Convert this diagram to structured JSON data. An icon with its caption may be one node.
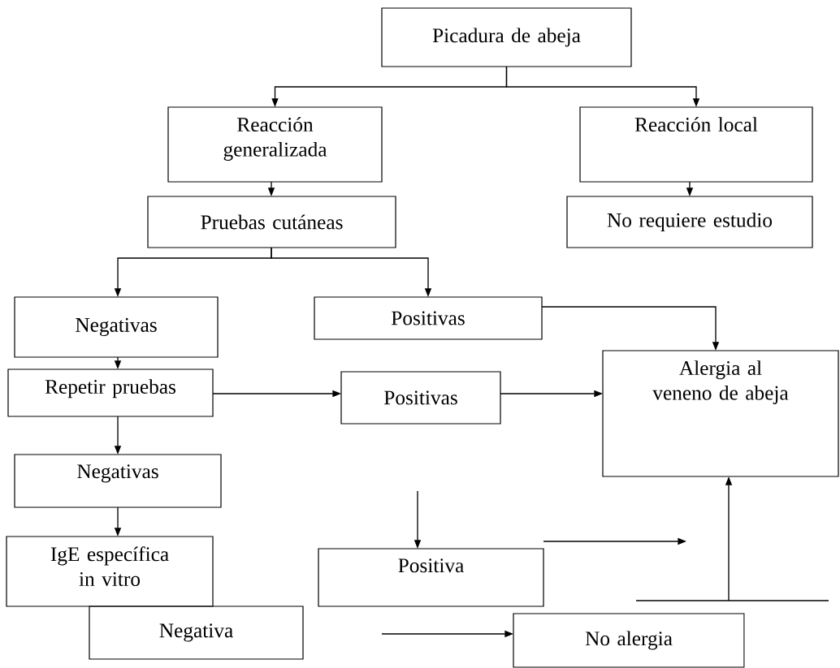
{
  "diagram": {
    "nodes": [
      {
        "text": [
          "Picadura de abeja"
        ]
      },
      {
        "text": [
          "Reacción generalizada"
        ]
      },
      {
        "text": [
          "Reacción local"
        ]
      },
      {
        "text": [
          "No requiere estudio"
        ]
      },
      {
        "text": [
          "Pruebas cutáneas"
        ]
      },
      {
        "text": [
          "Negativas"
        ]
      },
      {
        "text": [
          "Positivas"
        ]
      },
      {
        "text": [
          "Alergia al veneno de abeja"
        ]
      },
      {
        "text": [
          "Repetir pruebas"
        ]
      },
      {
        "text": [
          "Positivas"
        ]
      },
      {
        "text": [
          "Negativas"
        ]
      },
      {
        "text": [
          "IgE específica in vitro"
        ]
      },
      {
        "text": [
          "Positiva"
        ]
      },
      {
        "text": [
          "Negativa"
        ]
      },
      {
        "text": [
          "No alergia"
        ]
      }
    ],
    "edges": [
      {
        "from": 0,
        "to": 1,
        "arrow": "to"
      },
      {
        "from": 0,
        "to": 2,
        "arrow": "to"
      },
      {
        "from": 1,
        "to": 4,
        "arrow": "to"
      },
      {
        "from": 2,
        "to": 3,
        "arrow": "to"
      },
      {
        "from": 4,
        "to": 5,
        "arrow": "to"
      },
      {
        "from": 4,
        "to": 6,
        "arrow": "to"
      },
      {
        "from": 6,
        "to": 7,
        "arrow": "to"
      },
      {
        "from": 5,
        "to": 8,
        "arrow": "to"
      },
      {
        "from": 8,
        "to": 9,
        "arrow": "to"
      },
      {
        "from": 9,
        "to": 7,
        "arrow": "to"
      },
      {
        "from": 8,
        "to": 10,
        "arrow": "to"
      },
      {
        "from": 10,
        "to": 11,
        "arrow": "to"
      },
      {
        "from": null,
        "to": 12,
        "arrow": "to"
      },
      {
        "from": 12,
        "to": null,
        "arrow": "to"
      },
      {
        "from": null,
        "to": 7,
        "arrow": "to"
      },
      {
        "from": null,
        "to": 14,
        "arrow": "to"
      }
    ]
  }
}
